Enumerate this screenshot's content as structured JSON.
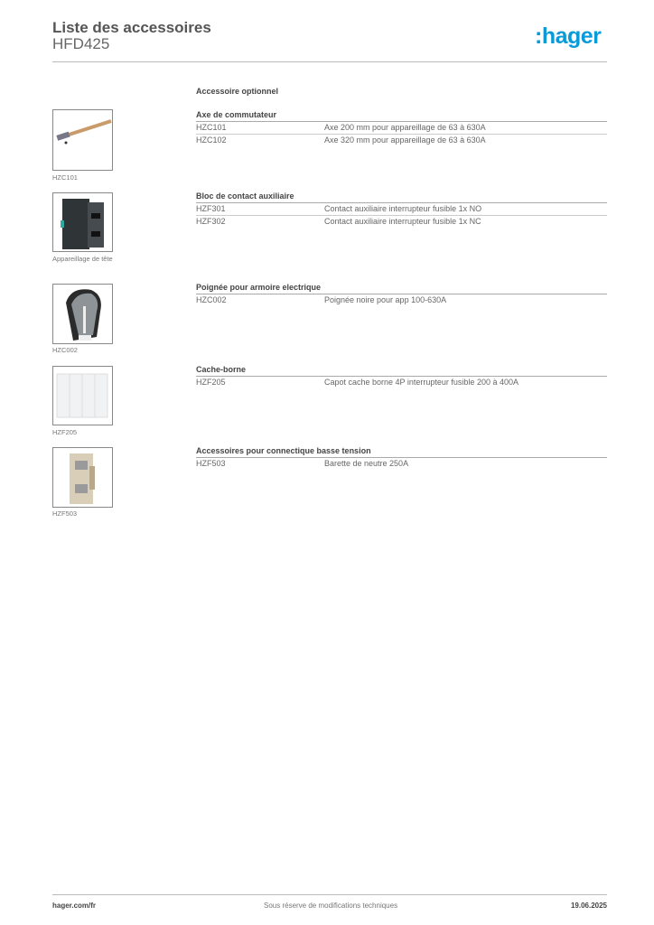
{
  "header": {
    "title": "Liste des accessoires",
    "subtitle": "HFD425",
    "logo": ":hager"
  },
  "section_title": "Accessoire optionnel",
  "groups": [
    {
      "title": "Axe de commutateur",
      "caption": "HZC101",
      "rows": [
        {
          "code": "HZC101",
          "desc": "Axe 200 mm pour appareillage de 63 à 630A"
        },
        {
          "code": "HZC102",
          "desc": "Axe 320 mm pour appareillage de 63 à 630A"
        }
      ]
    },
    {
      "title": "Bloc de contact auxiliaire",
      "caption": "Appareillage de tête",
      "rows": [
        {
          "code": "HZF301",
          "desc": "Contact auxiliaire interrupteur fusible 1x NO"
        },
        {
          "code": "HZF302",
          "desc": "Contact auxiliaire interrupteur fusible 1x NC"
        }
      ]
    },
    {
      "title": "Poignée pour armoire electrique",
      "caption": "HZC002",
      "rows": [
        {
          "code": "HZC002",
          "desc": "Poignée noire pour app 100-630A"
        }
      ]
    },
    {
      "title": "Cache-borne",
      "caption": "HZF205",
      "rows": [
        {
          "code": "HZF205",
          "desc": "Capot cache borne 4P interrupteur fusible 200 à 400A"
        }
      ]
    },
    {
      "title": "Accessoires pour connectique basse tension",
      "caption": "HZF503",
      "rows": [
        {
          "code": "HZF503",
          "desc": "Barette de neutre 250A"
        }
      ]
    }
  ],
  "footer": {
    "site": "hager.com/fr",
    "note": "Sous réserve de modifications techniques",
    "date": "19.06.2025"
  },
  "colors": {
    "brand": "#0a9ad8"
  }
}
